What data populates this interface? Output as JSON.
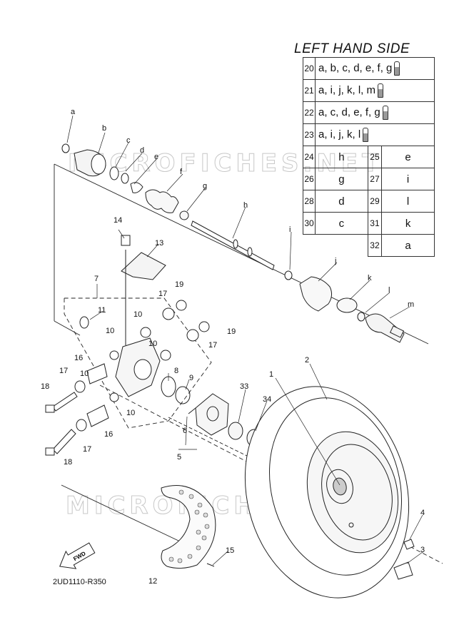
{
  "heading": "LEFT HAND SIDE",
  "drawing_code": "2UD1110-R350",
  "fwd_badge": "FWD",
  "watermarks": [
    "MICROFICHES.NET",
    "MICROFICHES.NET"
  ],
  "kit_rows": [
    {
      "num": "20",
      "items": "a, b, c, d, e, f, g",
      "icon": "grease-tube-icon"
    },
    {
      "num": "21",
      "items": "a, i, j, k, l, m",
      "icon": "grease-tube-icon"
    },
    {
      "num": "22",
      "items": "a, c, d, e, f, g",
      "icon": "grease-tube-icon"
    },
    {
      "num": "23",
      "items": "a, i, j, k, l",
      "icon": "grease-tube-icon"
    }
  ],
  "kit_pairs": [
    [
      {
        "num": "24",
        "val": "h"
      },
      {
        "num": "25",
        "val": "e"
      }
    ],
    [
      {
        "num": "26",
        "val": "g"
      },
      {
        "num": "27",
        "val": "i"
      }
    ],
    [
      {
        "num": "28",
        "val": "d"
      },
      {
        "num": "29",
        "val": "l"
      }
    ],
    [
      {
        "num": "30",
        "val": "c"
      },
      {
        "num": "31",
        "val": "k"
      }
    ],
    [
      null,
      {
        "num": "32",
        "val": "a"
      }
    ]
  ],
  "part_labels": [
    "a",
    "b",
    "c",
    "d",
    "e",
    "f",
    "g",
    "h",
    "i",
    "j",
    "k",
    "l",
    "m",
    "1",
    "2",
    "3",
    "4",
    "5",
    "6",
    "7",
    "8",
    "9",
    "10",
    "10",
    "10",
    "10",
    "10",
    "11",
    "12",
    "13",
    "14",
    "15",
    "16",
    "16",
    "17",
    "17",
    "17",
    "17",
    "18",
    "18",
    "19",
    "19",
    "33",
    "34"
  ]
}
